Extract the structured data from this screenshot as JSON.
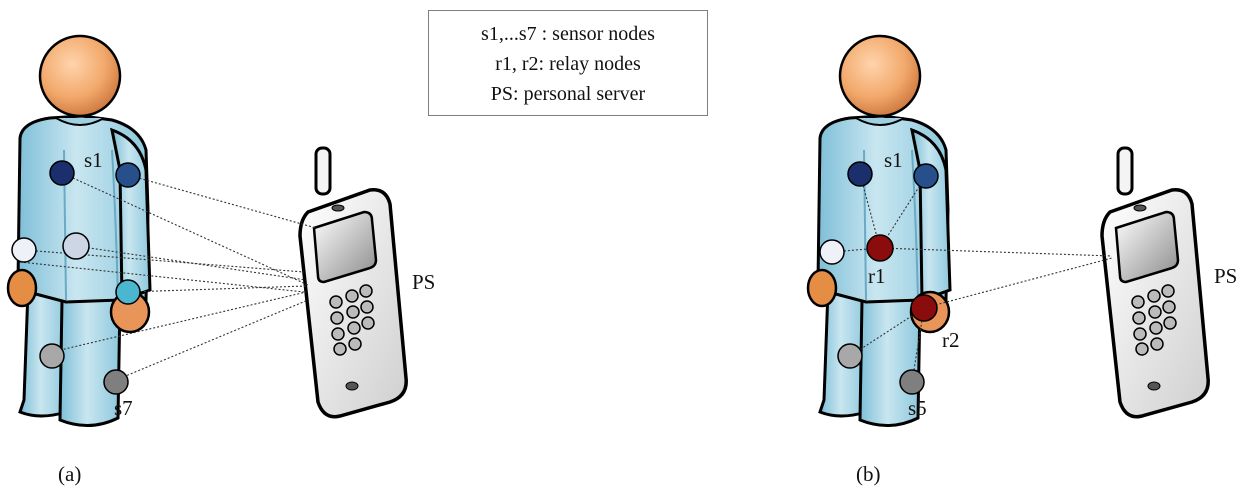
{
  "legend": {
    "line1": "s1,...s7 : sensor nodes",
    "line2": "r1, r2: relay nodes",
    "line3": "PS: personal server"
  },
  "panel_a": {
    "caption": "(a)",
    "labels": {
      "top_node": "s1",
      "bottom_node": "s7",
      "server": "PS"
    }
  },
  "panel_b": {
    "caption": "(b)",
    "labels": {
      "top_node": "s1",
      "relay_1": "r1",
      "relay_2": "r2",
      "bottom_node": "s5",
      "server": "PS"
    }
  },
  "colors": {
    "body": "#b8dde9",
    "skin": "#eca063",
    "sensor_dark_blue": "#1f3f7a",
    "sensor_light": "#e8eef6",
    "sensor_cyan": "#4ab6cf",
    "sensor_gray": "#8c8c8c",
    "relay_red": "#8b0c0c",
    "link": "#333333"
  }
}
